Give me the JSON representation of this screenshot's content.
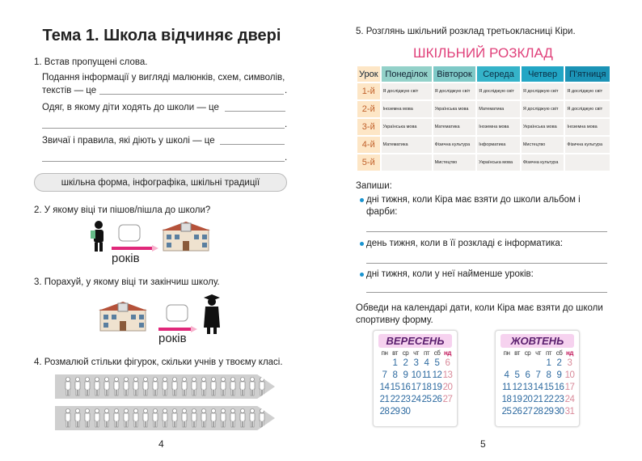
{
  "left": {
    "title": "Тема 1. Школа відчиняє двері",
    "task1": {
      "label": "1.  Встав пропущені слова.",
      "line1": "Подання інформації у вигляді малюнків, схем, символів,",
      "line2": "текстів — це",
      "line3": "Одяг, в якому діти ходять до школи — це",
      "line4": "Звичаї і правила, які діють у школі — це",
      "dot": "."
    },
    "word_bank": "шкільна форма, інфографіка, шкільні традиції",
    "task2": {
      "label": "2. У якому віці ти пішов/пішла до школи?",
      "years": "років"
    },
    "task3": {
      "label": "3. Порахуй, у якому віці ти закінчиш школу.",
      "years": "років"
    },
    "task4": {
      "label": "4. Розмалюй стільки фігурок, скільки учнів у твоєму класі."
    },
    "page_number": "4"
  },
  "right": {
    "task5": "5. Розглянь шкільний розклад третьокласниці Кіри.",
    "schedule": {
      "title": "ШКІЛЬНИЙ РОЗКЛАД",
      "header": [
        "Урок",
        "Понеділок",
        "Вівторок",
        "Середа",
        "Четвер",
        "П'ятниця"
      ],
      "header_colors": [
        "#fde6c6",
        "#93d1c9",
        "#7ec9c7",
        "#35b3c9",
        "#22a6c5",
        "#1b93b6"
      ],
      "rows": [
        [
          "1-й",
          "Я досліджую світ",
          "Я досліджую світ",
          "Я досліджую світ",
          "Я досліджую світ",
          "Я досліджую світ"
        ],
        [
          "2-й",
          "Іноземна мова",
          "Українська мова",
          "Математика",
          "Я досліджую світ",
          "Я досліджую світ"
        ],
        [
          "3-й",
          "Українська мова",
          "Математика",
          "Іноземна мова",
          "Українська мова",
          "Іноземна мова"
        ],
        [
          "4-й",
          "Математика",
          "Фізична культура",
          "Інформатика",
          "Мистецтво",
          "Фізична культура"
        ],
        [
          "5-й",
          "",
          "Мистецтво",
          "Українська мова",
          "Фізична культура",
          ""
        ]
      ]
    },
    "write": "Запиши:",
    "bullets": [
      "дні тижня, коли Кіра має взяти до школи альбом і фарби:",
      "день тижня, коли в її розкладі є інформатика:",
      "дні тижня, коли у неї найменше уроків:"
    ],
    "circle_task": "Обведи на календарі дати, коли Кіра має взяти до школи спортивну форму.",
    "calendars": [
      {
        "month": "ВЕРЕСЕНЬ",
        "weekdays": [
          "пн",
          "вт",
          "ср",
          "чт",
          "пт",
          "сб",
          "нд"
        ],
        "days": [
          "",
          "1",
          "2",
          "3",
          "4",
          "5",
          "6",
          "7",
          "8",
          "9",
          "10",
          "11",
          "12",
          "13",
          "14",
          "15",
          "16",
          "17",
          "18",
          "19",
          "20",
          "21",
          "22",
          "23",
          "24",
          "25",
          "26",
          "27",
          "28",
          "29",
          "30"
        ]
      },
      {
        "month": "ЖОВТЕНЬ",
        "weekdays": [
          "пн",
          "вт",
          "ср",
          "чт",
          "пт",
          "сб",
          "нд"
        ],
        "days": [
          "",
          "",
          "",
          "",
          "1",
          "2",
          "3",
          "4",
          "5",
          "6",
          "7",
          "8",
          "9",
          "10",
          "11",
          "12",
          "13",
          "14",
          "15",
          "16",
          "17",
          "18",
          "19",
          "20",
          "21",
          "22",
          "23",
          "24",
          "25",
          "26",
          "27",
          "28",
          "29",
          "30",
          "31"
        ]
      }
    ],
    "page_number": "5"
  }
}
